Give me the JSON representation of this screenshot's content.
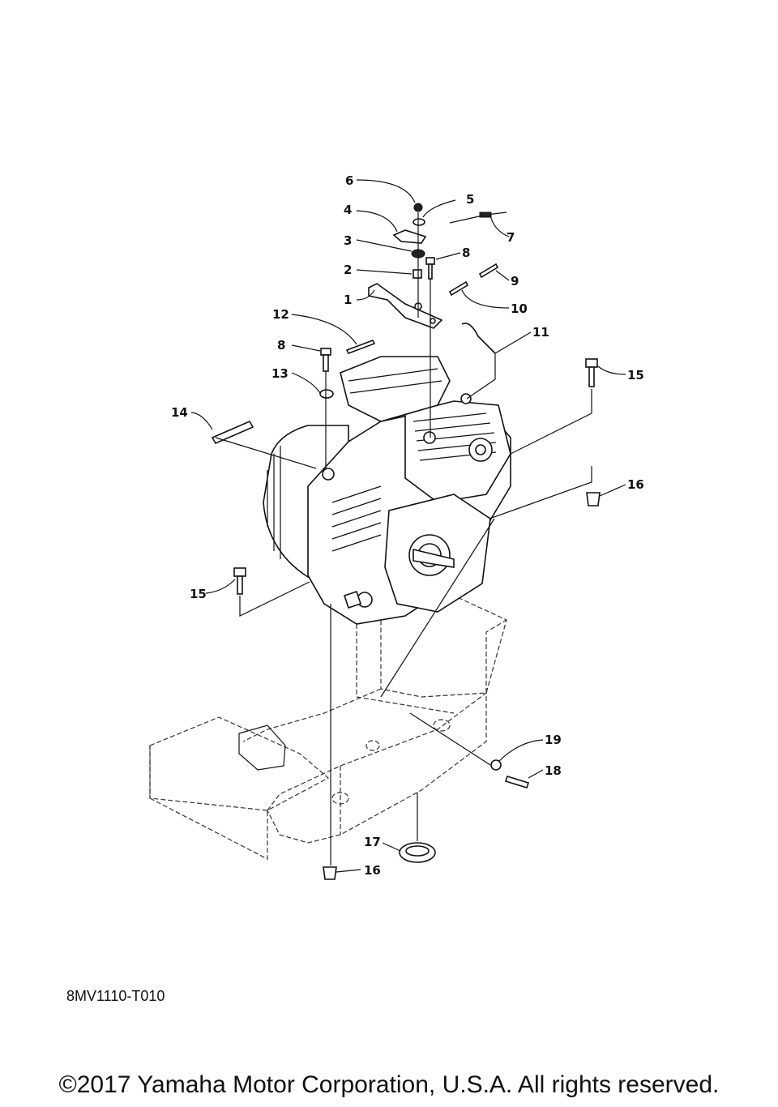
{
  "diagram": {
    "callouts": [
      {
        "id": "c6",
        "text": "6"
      },
      {
        "id": "c5",
        "text": "5"
      },
      {
        "id": "c4",
        "text": "4"
      },
      {
        "id": "c7",
        "text": "7"
      },
      {
        "id": "c3",
        "text": "3"
      },
      {
        "id": "c8a",
        "text": "8"
      },
      {
        "id": "c2",
        "text": "2"
      },
      {
        "id": "c9",
        "text": "9"
      },
      {
        "id": "c1",
        "text": "1"
      },
      {
        "id": "c10",
        "text": "10"
      },
      {
        "id": "c12",
        "text": "12"
      },
      {
        "id": "c11",
        "text": "11"
      },
      {
        "id": "c8b",
        "text": "8"
      },
      {
        "id": "c15a",
        "text": "15"
      },
      {
        "id": "c13",
        "text": "13"
      },
      {
        "id": "c14",
        "text": "14"
      },
      {
        "id": "c16a",
        "text": "16"
      },
      {
        "id": "c15b",
        "text": "15"
      },
      {
        "id": "c19",
        "text": "19"
      },
      {
        "id": "c18",
        "text": "18"
      },
      {
        "id": "c17",
        "text": "17"
      },
      {
        "id": "c16b",
        "text": "16"
      }
    ]
  },
  "footer": {
    "diagram_code": "8MV1110-T010",
    "copyright": "©2017 Yamaha Motor Corporation, U.S.A. All rights reserved."
  }
}
